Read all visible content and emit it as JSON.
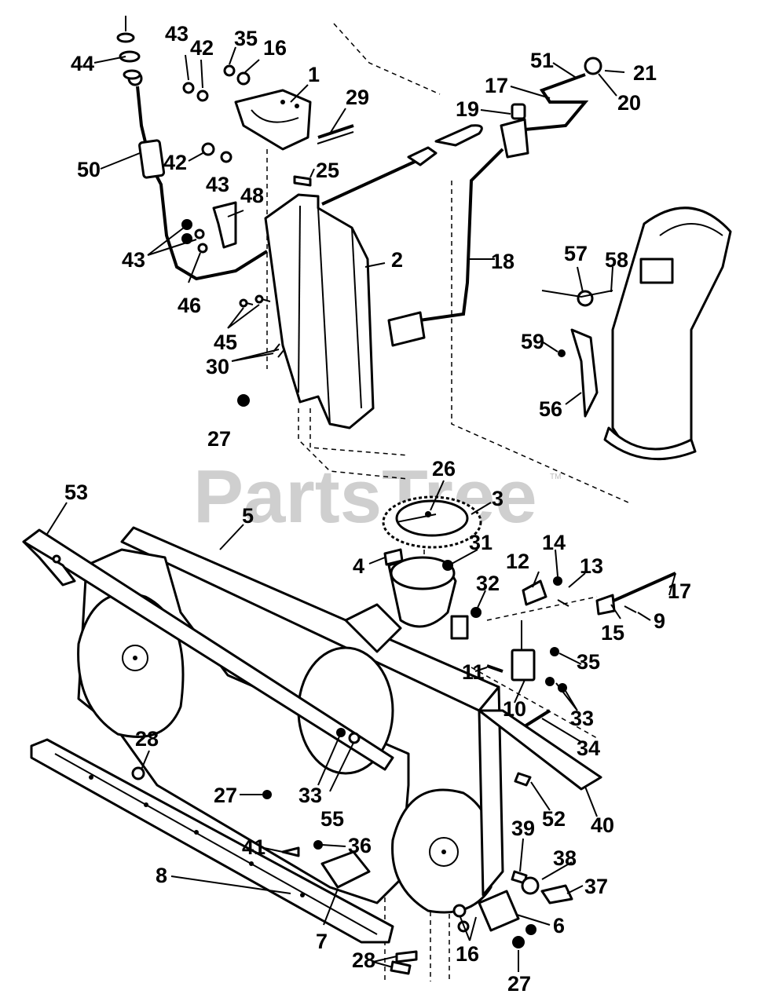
{
  "watermark": {
    "text": "PartsTree",
    "trademark": "TM"
  },
  "callouts": [
    {
      "id": "c44a",
      "text": "44"
    },
    {
      "id": "c43a",
      "text": "43"
    },
    {
      "id": "c42a",
      "text": "42"
    },
    {
      "id": "c35a",
      "text": "35"
    },
    {
      "id": "c16a",
      "text": "16"
    },
    {
      "id": "c1",
      "text": "1"
    },
    {
      "id": "c29",
      "text": "29"
    },
    {
      "id": "c50",
      "text": "50"
    },
    {
      "id": "c42b",
      "text": "42"
    },
    {
      "id": "c43b",
      "text": "43"
    },
    {
      "id": "c25",
      "text": "25"
    },
    {
      "id": "c48",
      "text": "48"
    },
    {
      "id": "c43c",
      "text": "43"
    },
    {
      "id": "c46",
      "text": "46"
    },
    {
      "id": "c45",
      "text": "45"
    },
    {
      "id": "c30",
      "text": "30"
    },
    {
      "id": "c27a",
      "text": "27"
    },
    {
      "id": "c2",
      "text": "2"
    },
    {
      "id": "c51",
      "text": "51"
    },
    {
      "id": "c21",
      "text": "21"
    },
    {
      "id": "c17a",
      "text": "17"
    },
    {
      "id": "c20",
      "text": "20"
    },
    {
      "id": "c19",
      "text": "19"
    },
    {
      "id": "c18",
      "text": "18"
    },
    {
      "id": "c57",
      "text": "57"
    },
    {
      "id": "c58",
      "text": "58"
    },
    {
      "id": "c59",
      "text": "59"
    },
    {
      "id": "c56",
      "text": "56"
    },
    {
      "id": "c53",
      "text": "53"
    },
    {
      "id": "c5",
      "text": "5"
    },
    {
      "id": "c26",
      "text": "26"
    },
    {
      "id": "c3",
      "text": "3"
    },
    {
      "id": "c4",
      "text": "4"
    },
    {
      "id": "c31",
      "text": "31"
    },
    {
      "id": "c14",
      "text": "14"
    },
    {
      "id": "c12",
      "text": "12"
    },
    {
      "id": "c13",
      "text": "13"
    },
    {
      "id": "c32",
      "text": "32"
    },
    {
      "id": "c17b",
      "text": "17"
    },
    {
      "id": "c15",
      "text": "15"
    },
    {
      "id": "c9",
      "text": "9"
    },
    {
      "id": "c11",
      "text": "11"
    },
    {
      "id": "c35b",
      "text": "35"
    },
    {
      "id": "c10",
      "text": "10"
    },
    {
      "id": "c33a",
      "text": "33"
    },
    {
      "id": "c34",
      "text": "34"
    },
    {
      "id": "c28a",
      "text": "28"
    },
    {
      "id": "c27b",
      "text": "27"
    },
    {
      "id": "c33b",
      "text": "33"
    },
    {
      "id": "c55",
      "text": "55"
    },
    {
      "id": "c52",
      "text": "52"
    },
    {
      "id": "c40",
      "text": "40"
    },
    {
      "id": "c39",
      "text": "39"
    },
    {
      "id": "c36",
      "text": "36"
    },
    {
      "id": "c41",
      "text": "41"
    },
    {
      "id": "c38",
      "text": "38"
    },
    {
      "id": "c37",
      "text": "37"
    },
    {
      "id": "c8",
      "text": "8"
    },
    {
      "id": "c7",
      "text": "7"
    },
    {
      "id": "c6",
      "text": "6"
    },
    {
      "id": "c16b",
      "text": "16"
    },
    {
      "id": "c28b",
      "text": "28"
    },
    {
      "id": "c27c",
      "text": "27"
    }
  ]
}
